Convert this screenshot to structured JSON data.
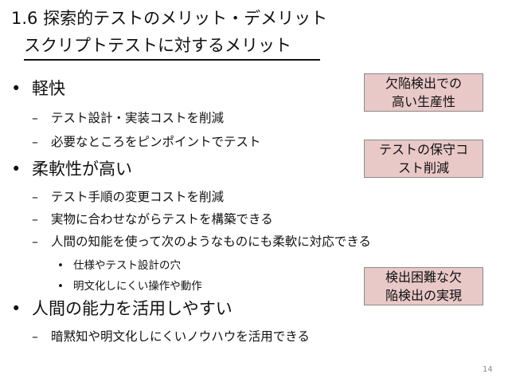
{
  "slide": {
    "title": "1.6 探索的テストのメリット・デメリット",
    "subtitle": "スクリプトテストに対するメリット",
    "page_number": "14"
  },
  "content": {
    "bullet_l1": "•",
    "bullet_l2": "–",
    "bullet_l3": "•",
    "items": [
      {
        "level": 1,
        "text": "軽快"
      },
      {
        "level": 2,
        "text": "テスト設計・実装コストを削減"
      },
      {
        "level": 2,
        "text": "必要なところをピンポイントでテスト"
      },
      {
        "level": 1,
        "text": "柔軟性が高い"
      },
      {
        "level": 2,
        "text": "テスト手順の変更コストを削減"
      },
      {
        "level": 2,
        "text": "実物に合わせながらテストを構築できる"
      },
      {
        "level": 2,
        "text": "人間の知能を使って次のようなものにも柔軟に対応できる"
      },
      {
        "level": 3,
        "text": "仕様やテスト設計の穴"
      },
      {
        "level": 3,
        "text": "明文化しにくい操作や動作"
      },
      {
        "level": 1,
        "text": "人間の能力を活用しやすい"
      },
      {
        "level": 2,
        "text": "暗黙知や明文化しにくいノウハウを活用できる"
      }
    ]
  },
  "callouts": [
    {
      "lines": [
        "欠陥検出での",
        "高い生産性"
      ]
    },
    {
      "lines": [
        "テストの保守コ",
        "スト削減"
      ]
    },
    {
      "lines": [
        "検出困難な欠",
        "陥検出の実現"
      ]
    }
  ],
  "colors": {
    "callout_fill": "#e9c8c8",
    "callout_border": "#8a8a8a",
    "text": "#111111",
    "page_number": "#8a8a8a"
  }
}
